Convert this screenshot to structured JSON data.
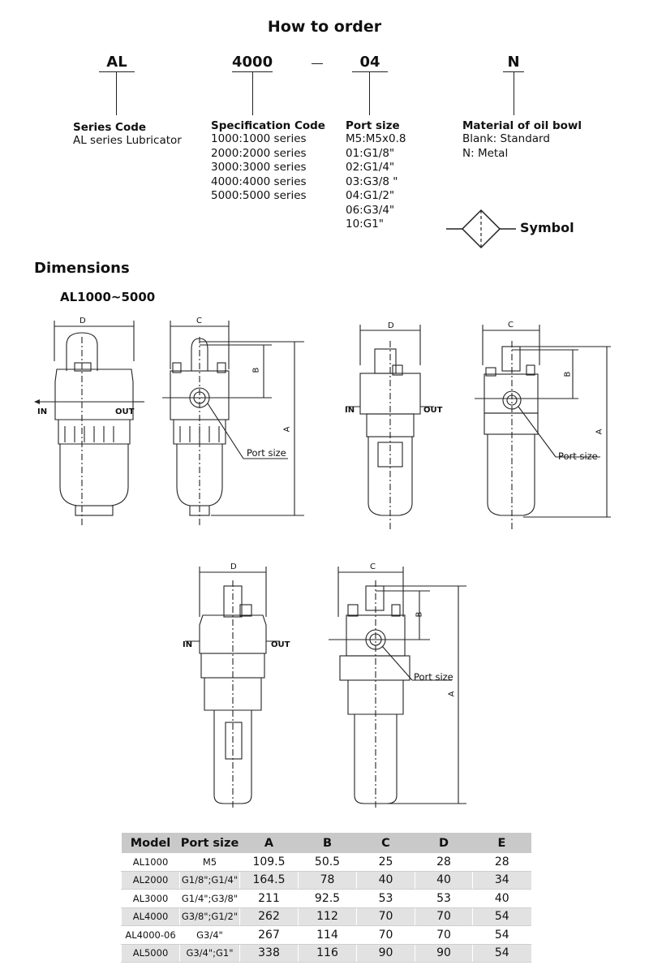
{
  "title": "How to order",
  "order_code": {
    "series": "AL",
    "spec": "4000",
    "port": "04",
    "material": "N"
  },
  "series_code": {
    "heading": "Series Code",
    "desc": "AL series Lubricator"
  },
  "specification_code": {
    "heading": "Specification Code",
    "items": [
      "1000:1000 series",
      "2000:2000 series",
      "3000:3000 series",
      "4000:4000 series",
      "5000:5000 series"
    ]
  },
  "port_size": {
    "heading": "Port size",
    "items": [
      "M5:M5x0.8",
      "01:G1/8\"",
      "02:G1/4\"",
      "03:G3/8 \"",
      "04:G1/2\"",
      "06:G3/4\"",
      "10:G1\""
    ]
  },
  "material": {
    "heading": "Material of oil bowl",
    "items": [
      "Blank: Standard",
      "N: Metal"
    ]
  },
  "symbol_label": "Symbol",
  "dimensions_title": "Dimensions",
  "dimensions_subtitle": "AL1000~5000",
  "drawing_labels": {
    "d": "D",
    "c": "C",
    "b": "B",
    "a": "A",
    "in": "IN",
    "out": "OUT",
    "port_size": "Port size"
  },
  "table": {
    "headers": [
      "Model",
      "Port size",
      "A",
      "B",
      "C",
      "D",
      "E"
    ],
    "rows": [
      [
        "AL1000",
        "M5",
        "109.5",
        "50.5",
        "25",
        "28",
        "28"
      ],
      [
        "AL2000",
        "G1/8\";G1/4\"",
        "164.5",
        "78",
        "40",
        "40",
        "34"
      ],
      [
        "AL3000",
        "G1/4\";G3/8\"",
        "211",
        "92.5",
        "53",
        "53",
        "40"
      ],
      [
        "AL4000",
        "G3/8\";G1/2\"",
        "262",
        "112",
        "70",
        "70",
        "54"
      ],
      [
        "AL4000-06",
        "G3/4\"",
        "267",
        "114",
        "70",
        "70",
        "54"
      ],
      [
        "AL5000",
        "G3/4\";G1\"",
        "338",
        "116",
        "90",
        "90",
        "54"
      ]
    ]
  }
}
